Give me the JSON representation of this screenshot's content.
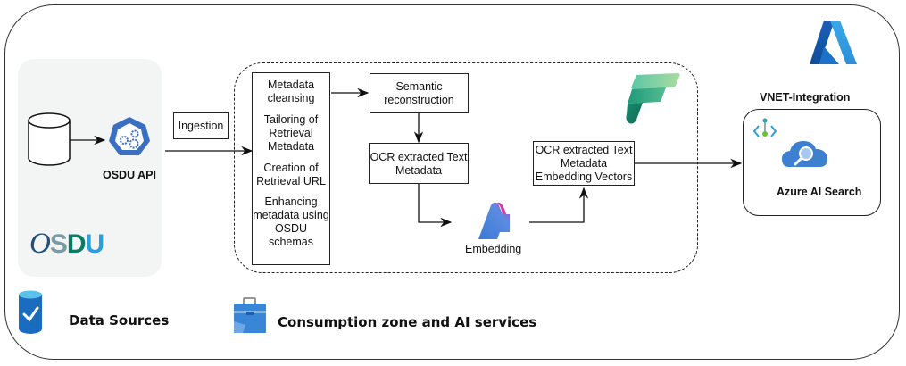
{
  "diagram": {
    "data_sources_panel": {
      "api_label": "OSDU API",
      "logo_text": {
        "O": "O",
        "S": "S",
        "D": "D",
        "U": "U"
      }
    },
    "ingestion_label": "Ingestion",
    "processing_steps": [
      "Metadata cleansing",
      "Tailoring of Retrieval Metadata",
      "Creation of Retrieval URL",
      "Enhancing metadata using OSDU schemas"
    ],
    "processing_lines": {
      "p1": [
        "Metadata",
        "cleansing"
      ],
      "p2": [
        "Tailoring of",
        "Retrieval",
        "Metadata"
      ],
      "p3": [
        "Creation of",
        "Retrieval URL"
      ],
      "p4": [
        "Enhancing",
        "metadata using",
        "OSDU",
        "schemas"
      ]
    },
    "semantic_box": [
      "Semantic",
      "reconstruction"
    ],
    "ocr_box": [
      "OCR extracted Text",
      "Metadata"
    ],
    "embedding_label": "Embedding",
    "vectors_box": [
      "OCR extracted Text",
      "Metadata",
      "Embedding Vectors"
    ],
    "vnet_label": "VNET-Integration",
    "search_label": "Azure AI Search",
    "legend": {
      "data_sources": "Data Sources",
      "consumption": "Consumption zone and AI services"
    },
    "colors": {
      "azure_blue": "#0f6cbd",
      "fabric_green": "#2aa982",
      "osdu_teal": "#0a7b64",
      "osdu_blue": "#2a9fd8",
      "k8s_blue": "#3b6fc1",
      "panel_gray": "#f3f4f4"
    }
  }
}
